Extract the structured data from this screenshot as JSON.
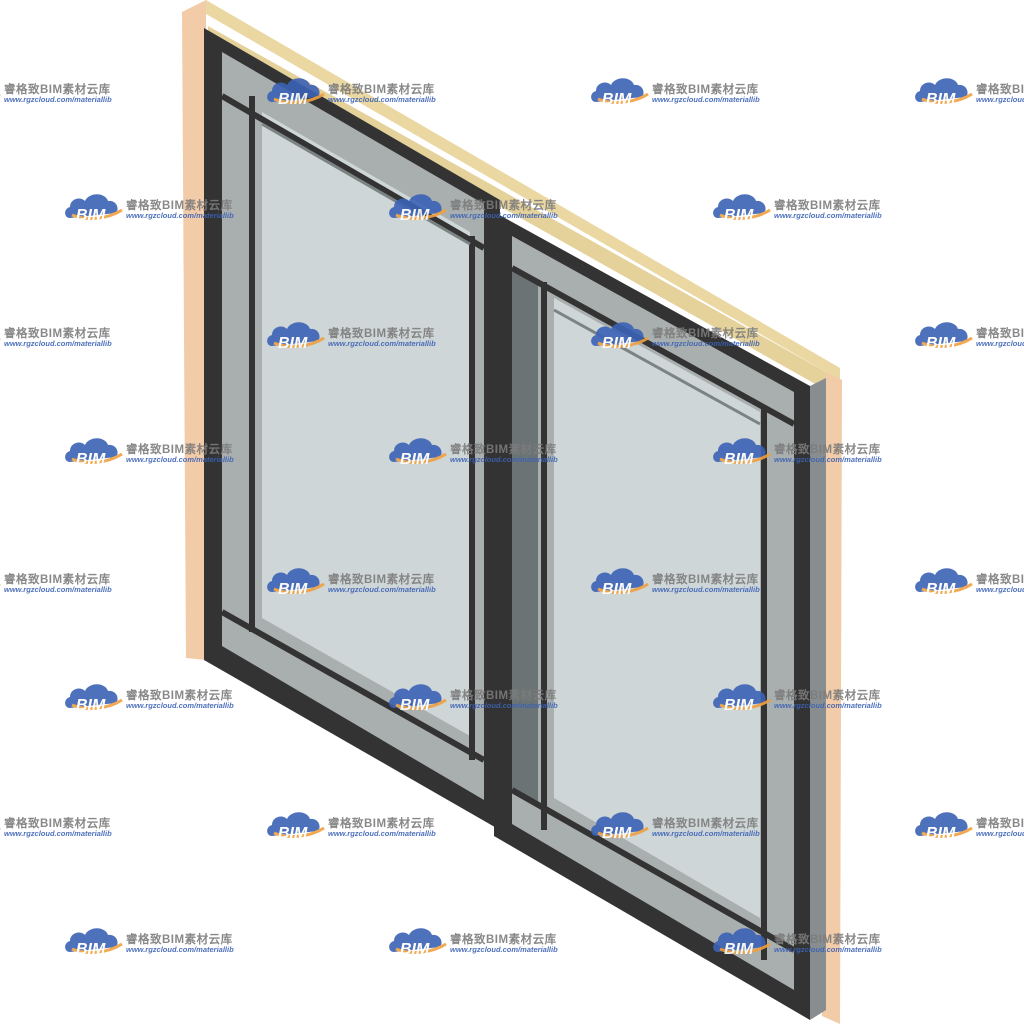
{
  "watermark": {
    "brand": "BIM",
    "title": "睿格致BIM素材云库",
    "url": "www.rgzcloud.com/materiallib",
    "colors": {
      "cloud": "#3b62b5",
      "swoosh": "#f0a040",
      "text": "#7c7c7c"
    }
  },
  "object": {
    "icon": "sliding-window-3d",
    "colors": {
      "frame": "#333333",
      "wood": "#f2cba8",
      "wood_top": "#e9d7a3",
      "glass": "#c8d0d1",
      "mullion": "#6f7778"
    }
  }
}
